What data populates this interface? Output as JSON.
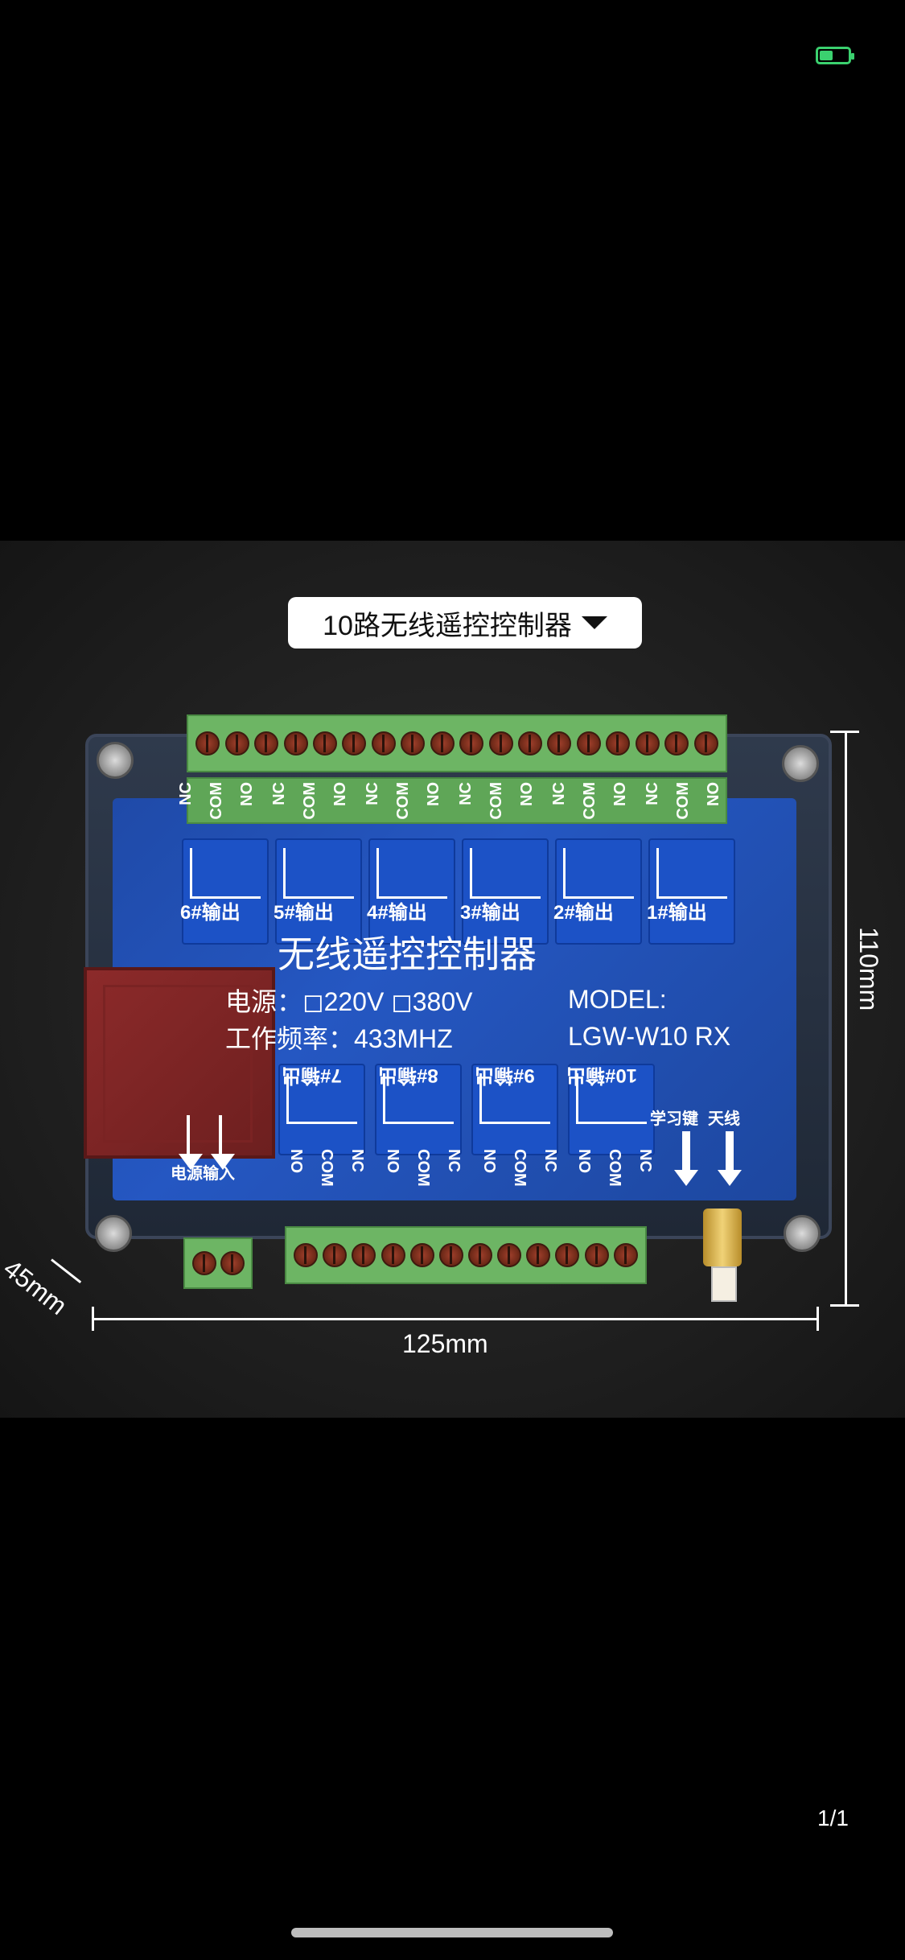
{
  "selector": {
    "label": "10路无线遥控控制器"
  },
  "board": {
    "top_pin_labels": [
      "NC",
      "COM",
      "NO",
      "NC",
      "COM",
      "NO",
      "NC",
      "COM",
      "NO",
      "NC",
      "COM",
      "NO",
      "NC",
      "COM",
      "NO",
      "NC",
      "COM",
      "NO"
    ],
    "top_outputs": [
      "6#输出",
      "5#输出",
      "4#输出",
      "3#输出",
      "2#输出",
      "1#输出"
    ],
    "title": "无线遥控控制器",
    "power_line": "电源：◻220V  ◻380V",
    "freq_line": "工作频率：433MHZ",
    "model_label": "MODEL:",
    "model_value": "LGW-W10 RX",
    "bottom_outputs": [
      "7#输出",
      "8#输出",
      "9#输出",
      "10#输出"
    ],
    "bottom_pin_labels": [
      "NO",
      "COM",
      "NC",
      "NO",
      "COM",
      "NC",
      "NO",
      "COM",
      "NC",
      "NO",
      "COM",
      "NC"
    ],
    "power_input_label": "电源输入",
    "learn_key_label": "学习键",
    "antenna_label": "天线"
  },
  "dimensions": {
    "height": "110mm",
    "width": "125mm",
    "depth": "45mm"
  },
  "viewer": {
    "page_counter": "1/1"
  }
}
